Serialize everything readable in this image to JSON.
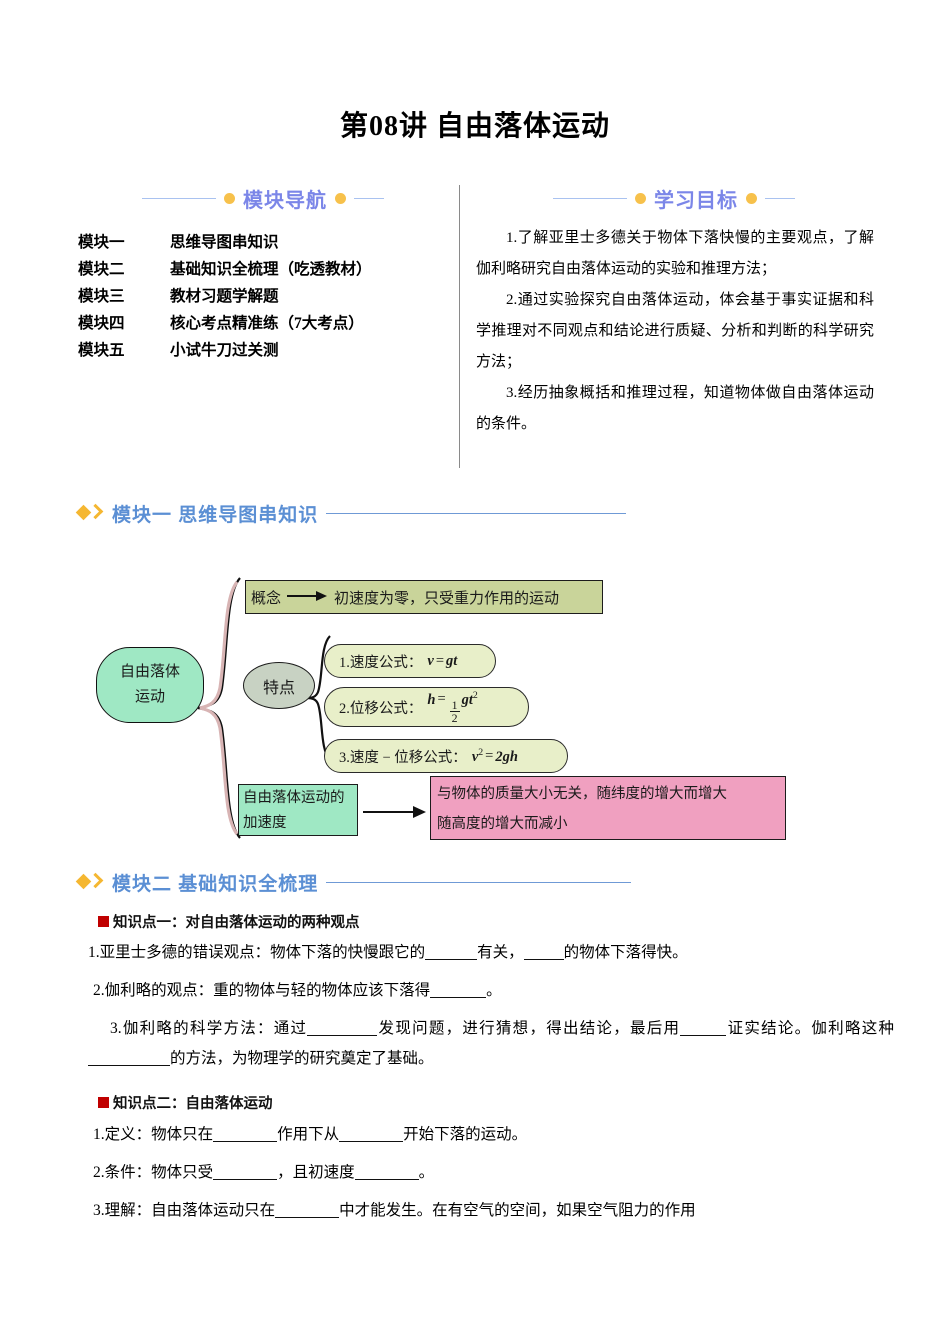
{
  "title": "第08讲 自由落体运动",
  "nav_panel": {
    "header": "模块导航",
    "items": [
      {
        "key": "模块一",
        "label": "思维导图串知识"
      },
      {
        "key": "模块二",
        "label": "基础知识全梳理（吃透教材）"
      },
      {
        "key": "模块三",
        "label": "教材习题学解题"
      },
      {
        "key": "模块四",
        "label": "核心考点精准练（7大考点）"
      },
      {
        "key": "模块五",
        "label": "小试牛刀过关测"
      }
    ]
  },
  "goals_panel": {
    "header": "学习目标",
    "items": [
      "1.了解亚里士多德关于物体下落快慢的主要观点，了解伽利略研究自由落体运动的实验和推理方法；",
      "2.通过实验探究自由落体运动，体会基于事实证据和科学推理对不同观点和结论进行质疑、分析和判断的科学研究方法；",
      "3.经历抽象概括和推理过程，知道物体做自由落体运动的条件。"
    ]
  },
  "section_1": {
    "title": "模块一 思维导图串知识"
  },
  "section_2": {
    "title": "模块二 基础知识全梳理"
  },
  "mindmap": {
    "root": [
      "自由落体",
      "运动"
    ],
    "concept_label": "概念",
    "concept_text": "初速度为零，只受重力作用的运动",
    "feature_label": "特点",
    "formula_1_label": "1.速度公式：",
    "formula_1": "v = gt",
    "formula_2_label": "2.位移公式：",
    "formula_2": "h = ½gt²",
    "formula_3_label": "3.速度 − 位移公式：",
    "formula_3": "v² = 2gh",
    "accel_label": [
      "自由落体运动的",
      "加速度"
    ],
    "accel_desc": [
      "与物体的质量大小无关，随纬度的增大而增大",
      "随高度的增大而减小"
    ]
  },
  "knowledge_1": {
    "head": "知识点一：对自由落体运动的两种观点",
    "p1_a": "1.亚里士多德的错误观点：物体下落的快慢跟它的",
    "p1_b": "有关，",
    "p1_c": "的物体下落得快。",
    "p2_a": "2.伽利略的观点：重的物体与轻的物体应该下落得",
    "p2_b": "。",
    "p3_a": "3.伽利略的科学方法：通过",
    "p3_b": "发现问题，进行猜想，得出结论，最后用",
    "p3_c": "证实结论。伽利略这种",
    "p3_d": "的方法，为物理学的研究奠定了基础。"
  },
  "knowledge_2": {
    "head": "知识点二：自由落体运动",
    "p1_a": "1.定义：物体只在",
    "p1_b": "作用下从",
    "p1_c": "开始下落的运动。",
    "p2_a": "2.条件：物体只受",
    "p2_b": "，且初速度",
    "p2_c": "。",
    "p3_a": "3.理解：自由落体运动只在",
    "p3_b": "中才能发生。在有空气的空间，如果空气阻力的作用"
  },
  "colors": {
    "banner_text": "#7b86e8",
    "banner_dot": "#f7c14b",
    "section_text": "#5b8fd4",
    "section_icon": "#f5b731",
    "root_node": "#9fe8c4",
    "concept_node": "#c9d49a",
    "feature_node": "#c8d2c3",
    "pill": "#e8efc9",
    "pink_node": "#f0a0c0",
    "kp_square": "#c00000"
  }
}
